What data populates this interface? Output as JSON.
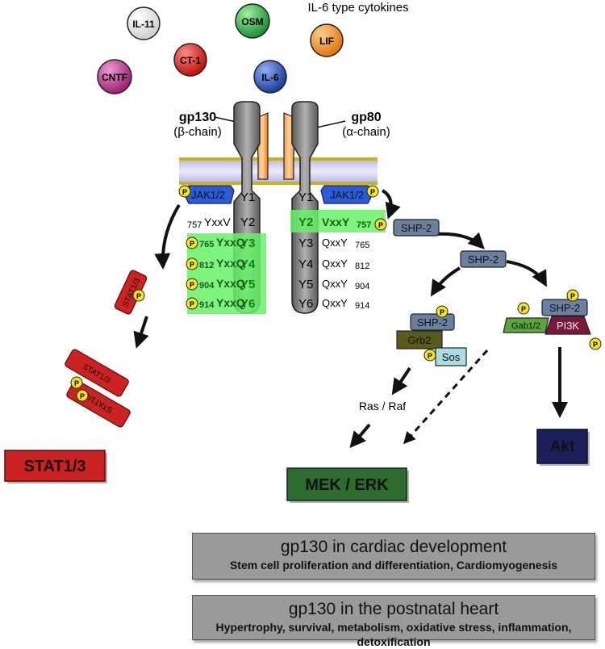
{
  "cytokines": {
    "group_label": "IL-6 type cytokines",
    "items": [
      {
        "label": "IL-11",
        "color": "#f4f4f4"
      },
      {
        "label": "OSM",
        "color": "#2bb24c"
      },
      {
        "label": "LIF",
        "color": "#f7941d"
      },
      {
        "label": "CT-1",
        "color": "#e0191b"
      },
      {
        "label": "CNTF",
        "color": "#c0378f"
      },
      {
        "label": "IL-6",
        "color": "#2a55b8"
      }
    ]
  },
  "receptors": {
    "gp130": {
      "name": "gp130",
      "chain": "(β-chain)"
    },
    "gp80": {
      "name": "gp80",
      "chain": "(α-chain)"
    }
  },
  "left_chain": {
    "jak": "JAK1/2",
    "tyrosines": [
      "Y1",
      "Y2",
      "Y3",
      "Y4",
      "Y5",
      "Y6"
    ],
    "motif_y2": {
      "pos": "757",
      "motif": "YxxV"
    },
    "motifs": [
      {
        "pos": "765",
        "motif": "YxxQ"
      },
      {
        "pos": "812",
        "motif": "YxxQ"
      },
      {
        "pos": "904",
        "motif": "YxxQ"
      },
      {
        "pos": "914",
        "motif": "YxxQ"
      }
    ]
  },
  "right_chain": {
    "jak": "JAK1/2",
    "tyrosines": [
      "Y1",
      "Y2",
      "Y3",
      "Y4",
      "Y5",
      "Y6"
    ],
    "motif_y2": {
      "motif": "VxxY",
      "pos": "757"
    },
    "motifs": [
      {
        "motif": "QxxY",
        "pos": "765"
      },
      {
        "motif": "QxxY",
        "pos": "812"
      },
      {
        "motif": "QxxY",
        "pos": "904"
      },
      {
        "motif": "QxxY",
        "pos": "914"
      }
    ]
  },
  "phospho": "P",
  "stat": {
    "monomer": "STAT1/3",
    "dimer_top": "STAT1/3",
    "dimer_bottom": "STAT1/3",
    "output": "STAT1/3"
  },
  "shp2": {
    "label": "SHP-2"
  },
  "adaptors": {
    "grb2": "Grb2",
    "sos": "Sos",
    "gab": "Gab1/2",
    "pi3k": "PI3K"
  },
  "ras_raf": "Ras / Raf",
  "outputs": {
    "mek_erk": "MEK / ERK",
    "akt": "Akt"
  },
  "bottom_boxes": {
    "development": {
      "title": "gp130 in cardiac development",
      "subtitle": "Stem cell proliferation and differentiation, Cardiomyogenesis"
    },
    "postnatal": {
      "title": "gp130 in the postnatal heart",
      "subtitle": "Hypertrophy, survival, metabolism, oxidative stress, inflammation, detoxification"
    }
  },
  "colors": {
    "jak": "#2b5bd6",
    "shp2": "#6b7f9f",
    "highlight": "#66f266",
    "stat": "#cc2222",
    "mek_erk": "#2e6b2e",
    "akt": "#1b1f5a",
    "grb2": "#5a5a1a",
    "sos": "#a9dce3",
    "gab": "#5aa63a",
    "pi3k": "#7a1a3a",
    "phospho": "#f5e51a"
  }
}
